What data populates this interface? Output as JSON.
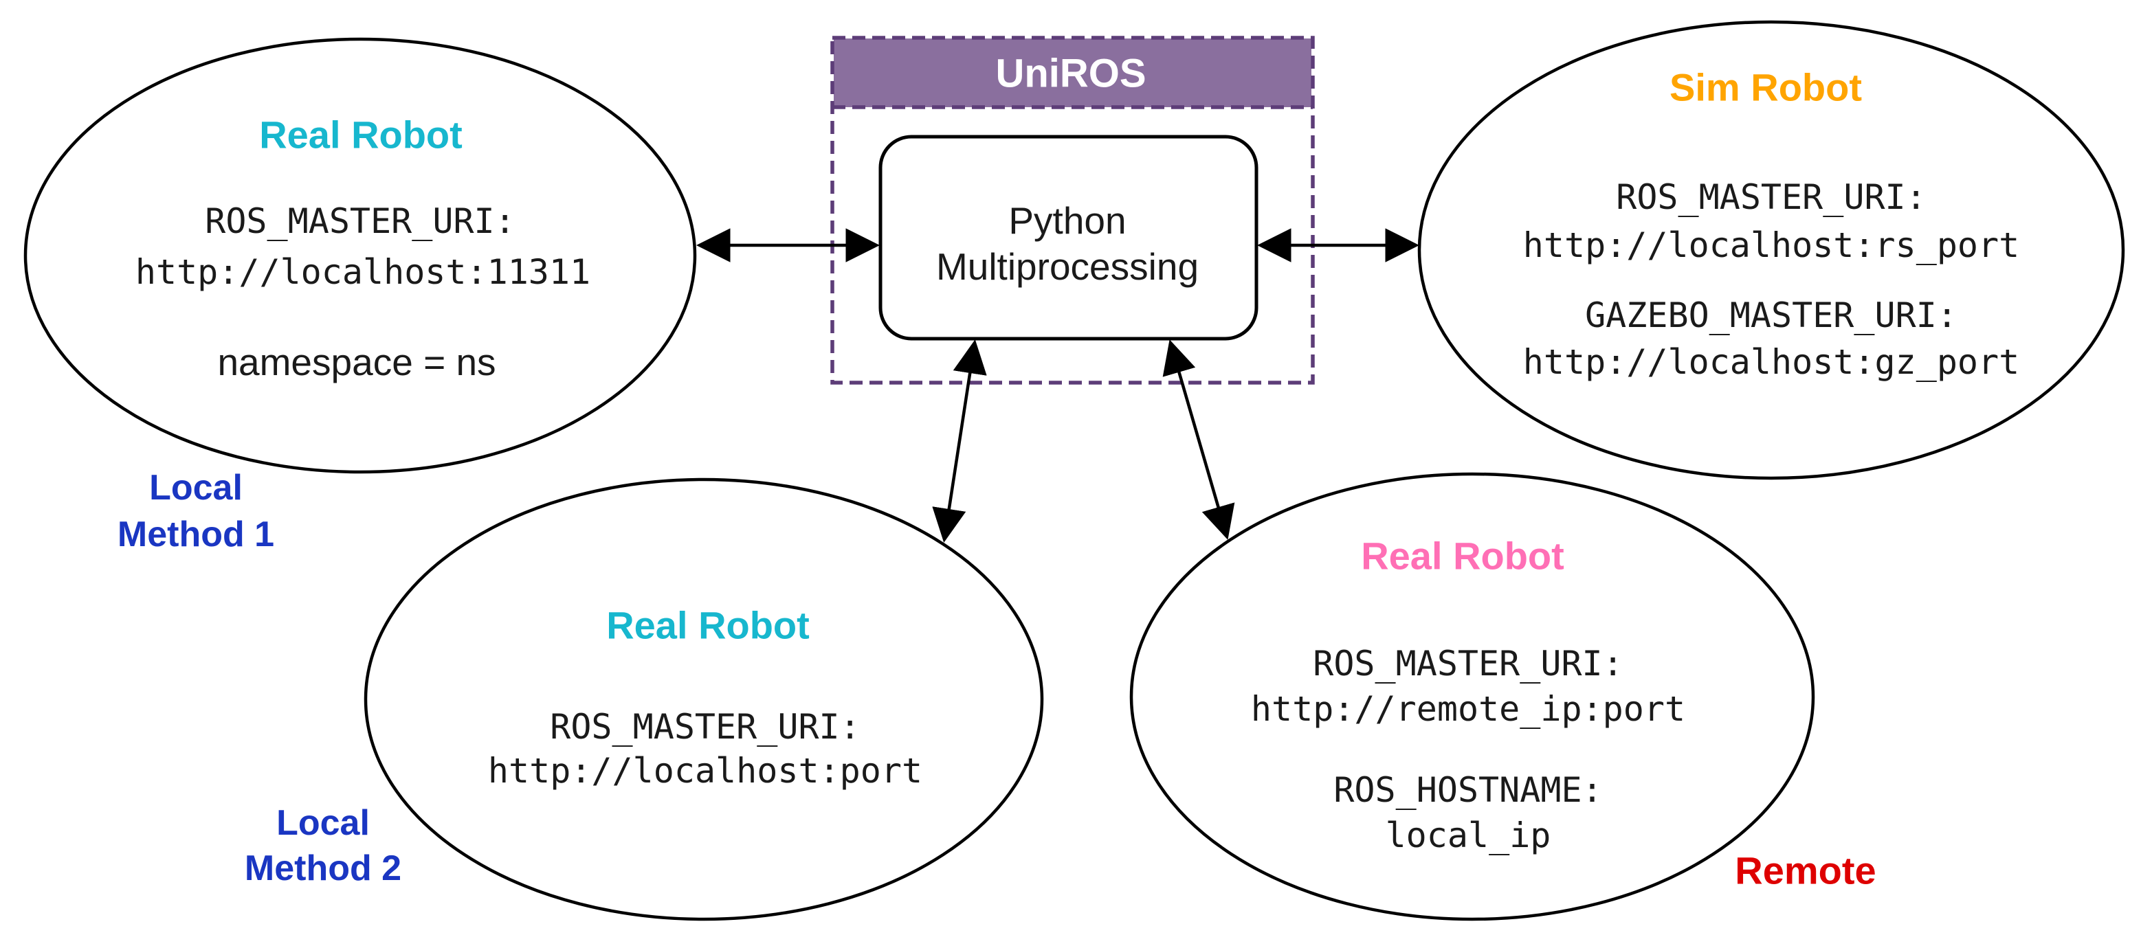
{
  "colors": {
    "cyan": "#17b7ce",
    "orange": "#ffa400",
    "pink": "#ff6fb5",
    "red": "#de0000",
    "blue": "#1a36c2",
    "purple_fill": "#8a6f9e",
    "purple_border": "#5d3d78"
  },
  "uniros": {
    "title": "UniROS",
    "box_line1": "Python",
    "box_line2": "Multiprocessing"
  },
  "nodes": {
    "top_left": {
      "title": "Real Robot",
      "line1": "ROS_MASTER_URI:",
      "line2": "http://localhost:11311",
      "line3": "namespace = ns"
    },
    "top_right": {
      "title": "Sim Robot",
      "line1": "ROS_MASTER_URI:",
      "line2": "http://localhost:rs_port",
      "line3": "GAZEBO_MASTER_URI:",
      "line4": "http://localhost:gz_port"
    },
    "bottom_middle": {
      "title": "Real Robot",
      "line1": "ROS_MASTER_URI:",
      "line2": "http://localhost:port"
    },
    "bottom_right": {
      "title": "Real Robot",
      "line1": "ROS_MASTER_URI:",
      "line2": "http://remote_ip:port",
      "line3": "ROS_HOSTNAME:",
      "line4": "local_ip"
    }
  },
  "annotations": {
    "local_method_1": {
      "line1": "Local",
      "line2": "Method 1"
    },
    "local_method_2": {
      "line1": "Local",
      "line2": "Method 2"
    },
    "remote": "Remote"
  }
}
